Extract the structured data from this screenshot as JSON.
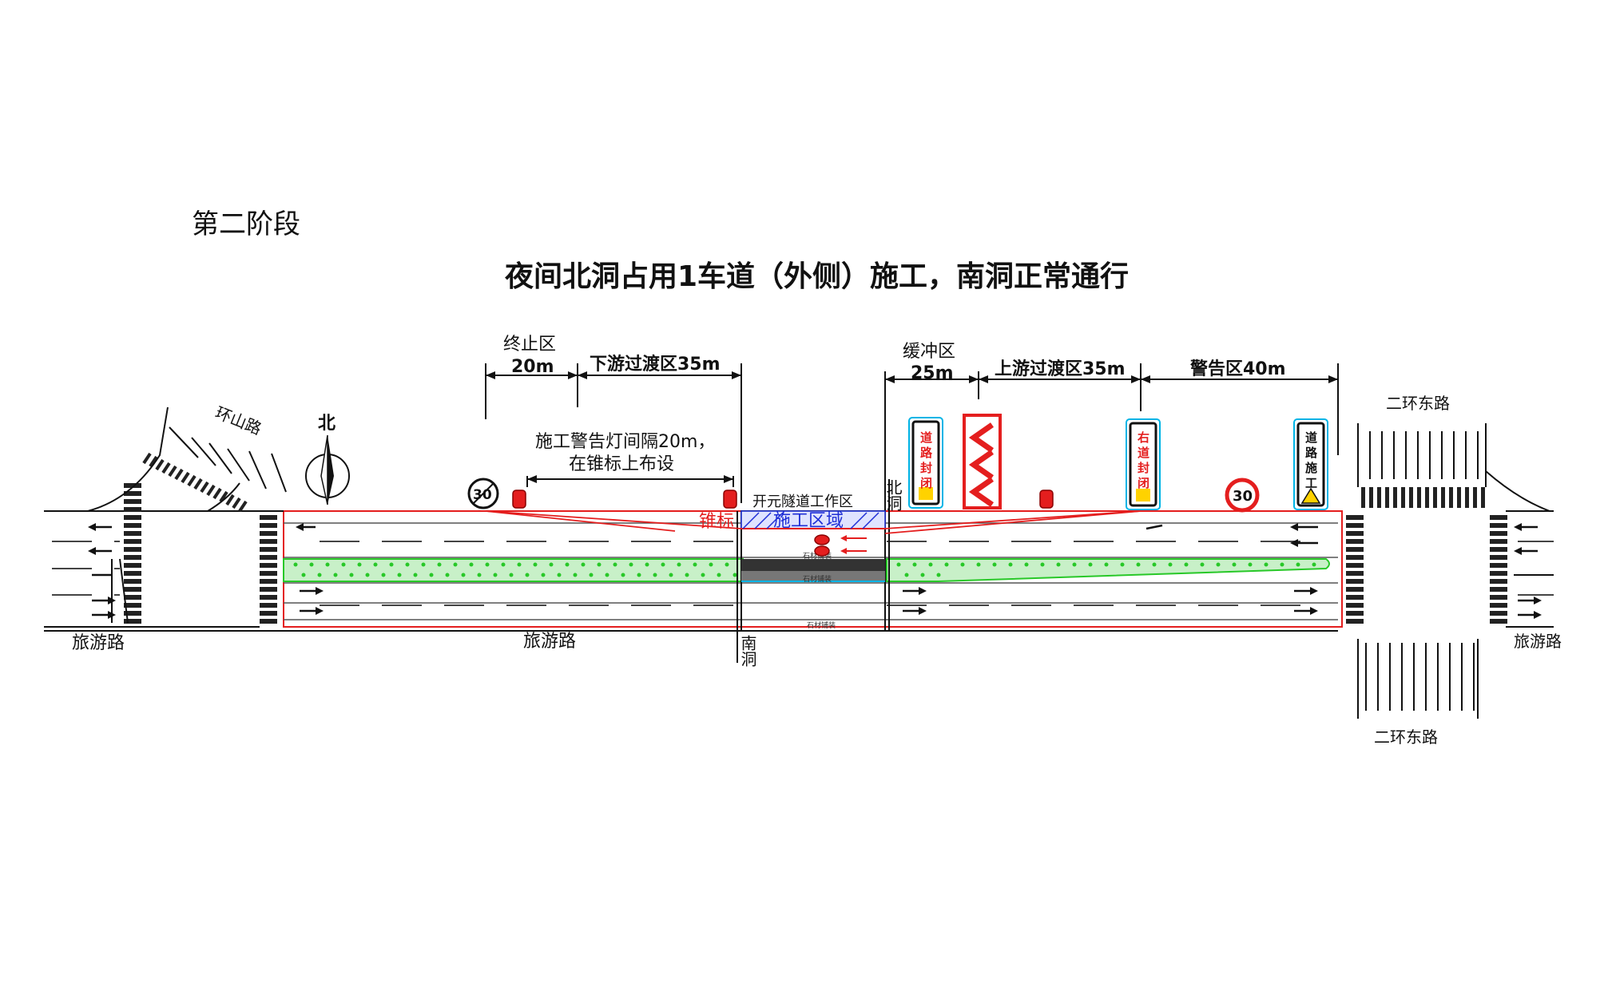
{
  "stage_label": "第二阶段",
  "title": "夜间北洞占用1车道（外侧）施工，南洞正常通行",
  "north_label": "北",
  "zones": {
    "termination": "终止区",
    "termination_len": "20m",
    "downstream_taper": "下游过渡区35m",
    "buffer": "缓冲区",
    "buffer_len": "25m",
    "upstream_taper": "上游过渡区35m",
    "warning": "警告区40m"
  },
  "notes": {
    "lamp_line1": "施工警告灯间隔20m，",
    "lamp_line2": "在锥标上布设",
    "cone_label": "锥标",
    "work_area": "施工区域",
    "tunnel_zone": "开元隧道工作区"
  },
  "roads": {
    "huanshan": "环山路",
    "lvyou_left": "旅游路",
    "lvyou_mid": "旅游路",
    "lvyou_right": "旅游路",
    "erhuan_top": "二环东路",
    "erhuan_bottom": "二环东路"
  },
  "portals": {
    "north_portal_left": "北洞",
    "south_portal": "南洞"
  },
  "signs": {
    "road_closed": "道路封闭",
    "right_closed": "右道封闭",
    "road_work": "道路施工",
    "speed_limit": "30",
    "speed_end": "30"
  },
  "small_labels": {
    "stone_curb_1": "石材铺装",
    "stone_curb_2": "石材铺装",
    "stone_curb_3": "石材铺装"
  },
  "colors": {
    "red": "#e41e1e",
    "green": "#28c828",
    "blue": "#1f2fd6",
    "cyan": "#00b4e6",
    "yellow": "#ffd200"
  }
}
